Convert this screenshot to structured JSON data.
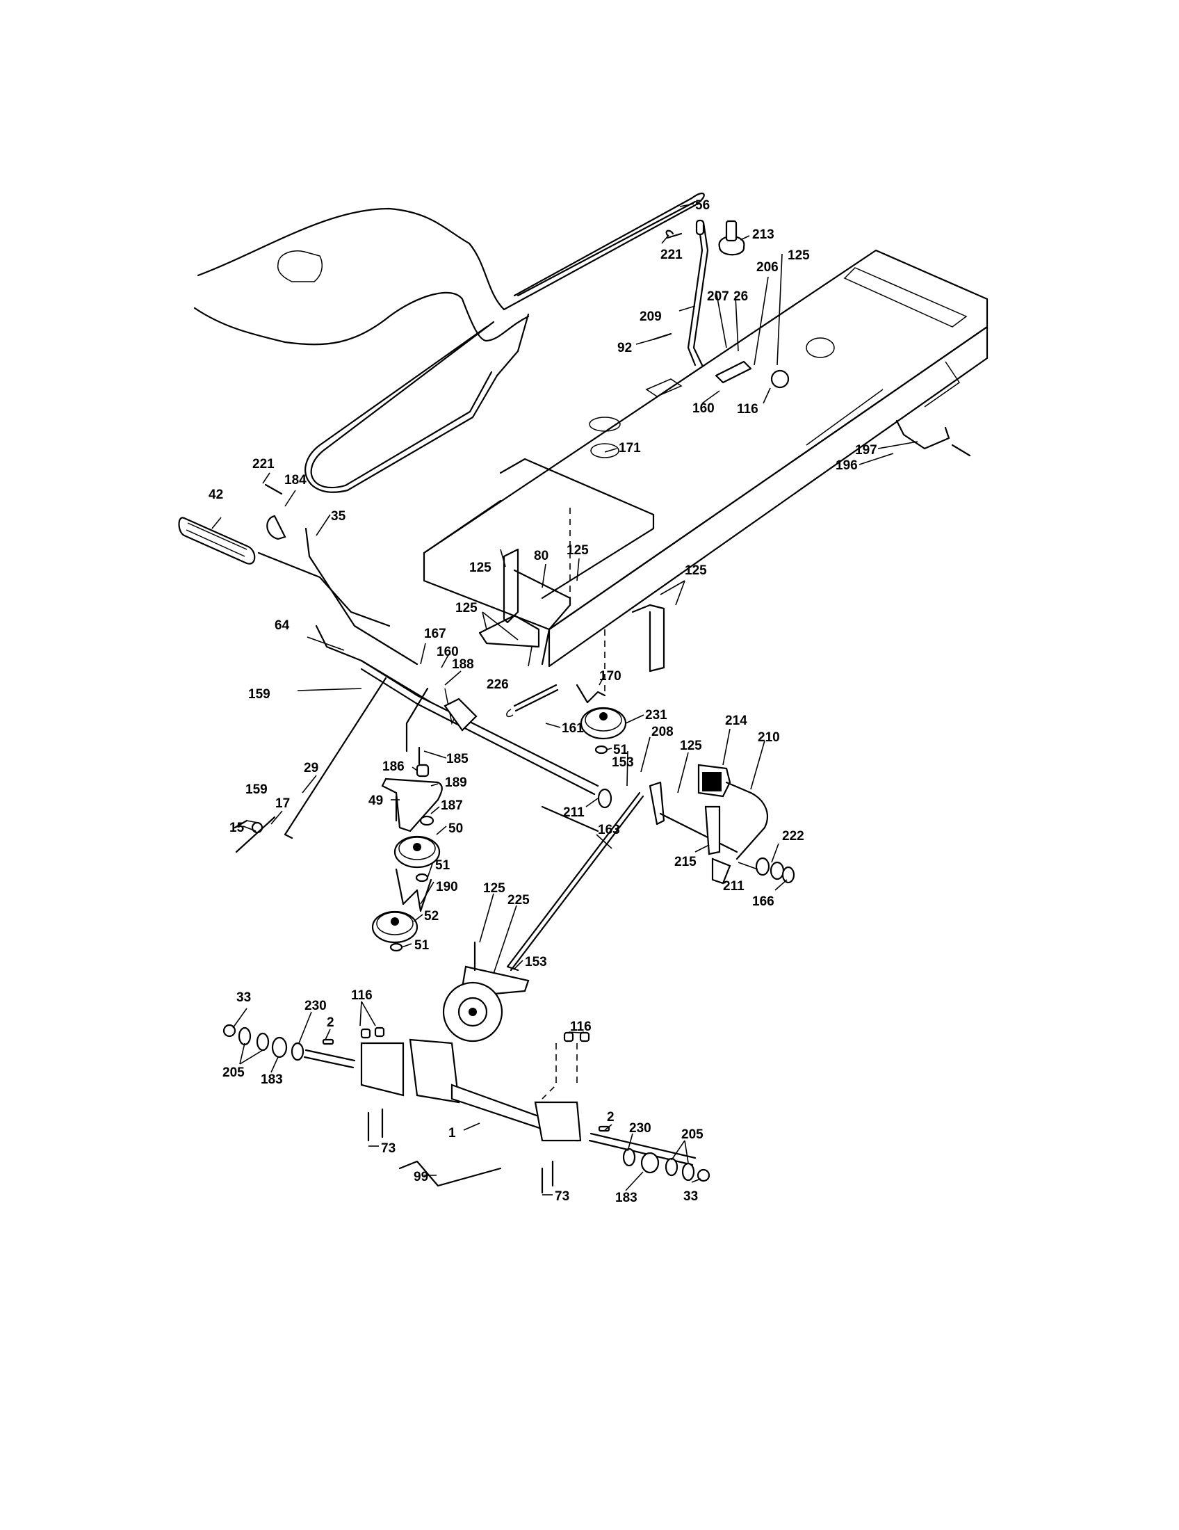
{
  "diagram": {
    "title": "",
    "callouts": {
      "c56": "56",
      "c213": "213",
      "c221a": "221",
      "c209": "209",
      "c207": "207",
      "c26": "26",
      "c206": "206",
      "c125a": "125",
      "c92": "92",
      "c160a": "160",
      "c116a": "116",
      "c171": "171",
      "c197": "197",
      "c196": "196",
      "c221b": "221",
      "c184": "184",
      "c42": "42",
      "c35": "35",
      "c125b": "125",
      "c80": "80",
      "c125c": "125",
      "c125d": "125",
      "c125e": "125",
      "c64": "64",
      "c167": "167",
      "c160b": "160",
      "c188": "188",
      "c226": "226",
      "c170": "170",
      "c159a": "159",
      "c161": "161",
      "c231": "231",
      "c214": "214",
      "c210": "210",
      "c51a": "51",
      "c208": "208",
      "c185": "185",
      "c186": "186",
      "c189": "189",
      "c153a": "153",
      "c125f": "125",
      "c29": "29",
      "c159b": "159",
      "c17": "17",
      "c15": "15",
      "c49": "49",
      "c187": "187",
      "c211a": "211",
      "c50": "50",
      "c163": "163",
      "c222": "222",
      "c215": "215",
      "c211b": "211",
      "c166": "166",
      "c51b": "51",
      "c190": "190",
      "c125g": "125",
      "c225": "225",
      "c52": "52",
      "c153b": "153",
      "c51c": "51",
      "c33a": "33",
      "c116b": "116",
      "c230a": "230",
      "c2a": "2",
      "c116c": "116",
      "c205a": "205",
      "c183a": "183",
      "c2b": "2",
      "c1": "1",
      "c230b": "230",
      "c205b": "205",
      "c73a": "73",
      "c99": "99",
      "c183b": "183",
      "c73b": "73",
      "c33b": "33"
    }
  }
}
